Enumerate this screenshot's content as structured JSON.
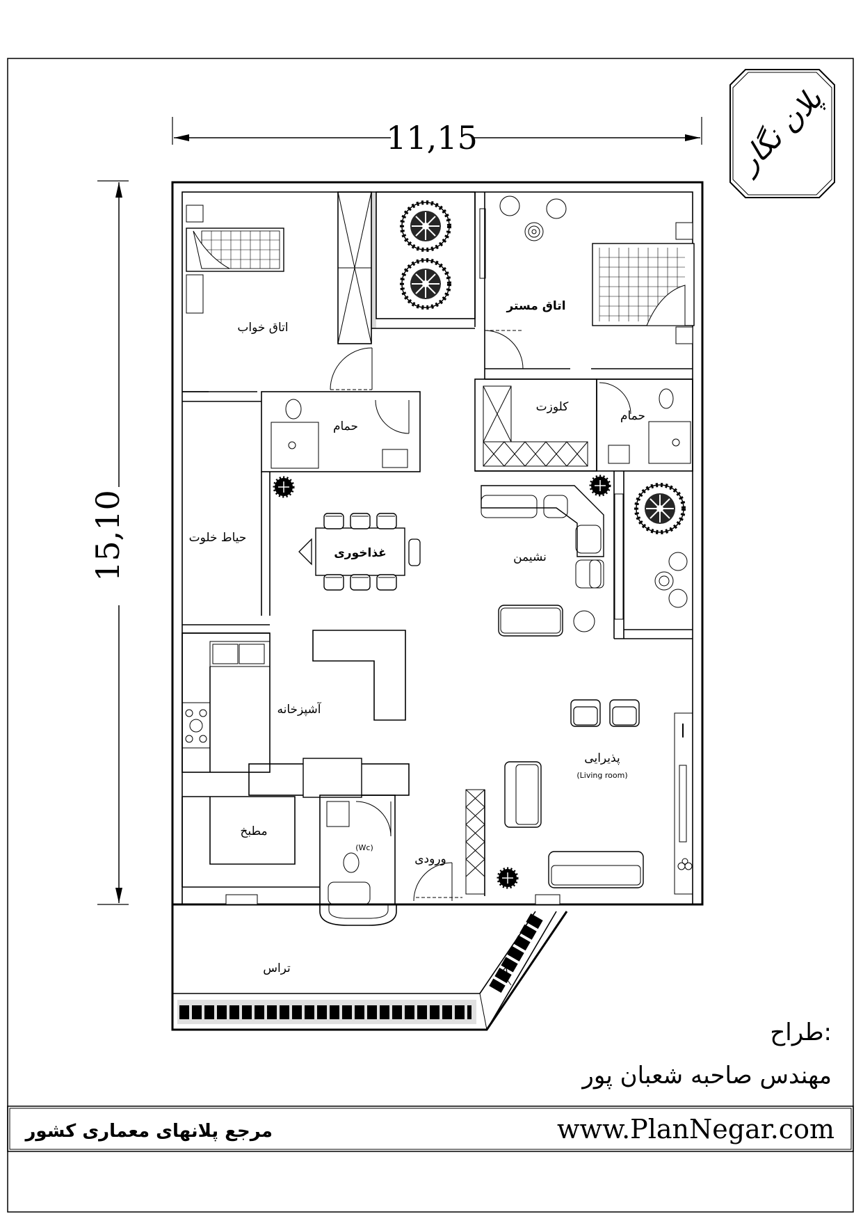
{
  "logo": {
    "text": "پلان نگار"
  },
  "dimensions": {
    "width": "11,15",
    "height": "15,10"
  },
  "rooms": {
    "bedroom": "اتاق خواب",
    "master_bedroom": "اتاق مستر",
    "closet": "کلوزت",
    "bath_left": "حمام",
    "bath_right": "حمام",
    "private_yard": "حیاط خلوت",
    "dining": "غذاخوری",
    "sitting": "نشیمن",
    "kitchen": "آشپزخانه",
    "reception": "پذیرایی",
    "reception_en": "(Living room)",
    "pantry_kitchen": "مطبخ",
    "wc": "(Wc)",
    "entrance": "ورودی",
    "terrace": "تراس"
  },
  "credit": {
    "title": "طراح:",
    "name": "مهندس صاحبه شعبان پور"
  },
  "footer": {
    "left": "مرجع پلانهای معماری کشور",
    "right": "www.PlanNegar.com"
  }
}
